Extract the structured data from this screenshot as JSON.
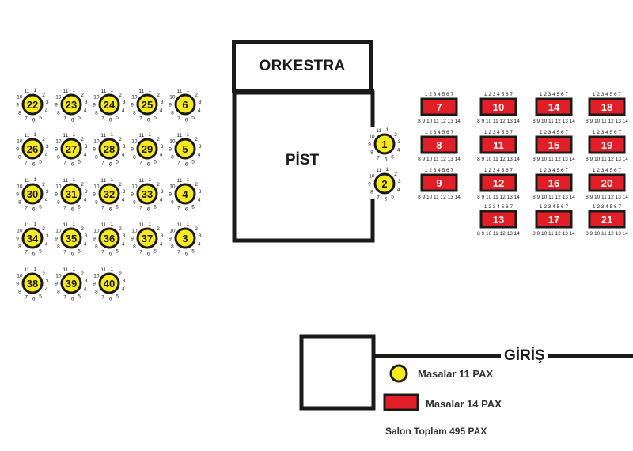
{
  "stage": {
    "orchestra_label": "ORKESTRA",
    "dance_floor_label": "PİST"
  },
  "entrance": {
    "label": "GİRİŞ"
  },
  "legend": {
    "round_label": "Masalar 11 PAX",
    "rect_label": "Masalar 14 PAX",
    "total_label": "Salon Toplam 495 PAX"
  },
  "colors": {
    "round_fill": "#f6ea1c",
    "rect_fill": "#e21e26",
    "stroke": "#1a1a1a"
  },
  "round_seats": [
    "1",
    "2",
    "3",
    "4",
    "5",
    "6",
    "7",
    "8",
    "9",
    "10",
    "11"
  ],
  "rect_seats_top": "1 2 3 4 5 6 7",
  "rect_seats_bottom": "8 9 10 11 12 13 14",
  "round_tables": {
    "grid_rows": [
      [
        "22",
        "23",
        "24",
        "25",
        "6"
      ],
      [
        "26",
        "27",
        "28",
        "29",
        "5"
      ],
      [
        "30",
        "31",
        "32",
        "33",
        "4"
      ],
      [
        "34",
        "35",
        "36",
        "37",
        "3"
      ],
      [
        "38",
        "39",
        "40"
      ]
    ],
    "near_floor": [
      "1",
      "2"
    ]
  },
  "rect_tables": {
    "columns": [
      [
        "7",
        "8",
        "9"
      ],
      [
        "10",
        "11",
        "12",
        "13"
      ],
      [
        "14",
        "15",
        "16",
        "17"
      ],
      [
        "18",
        "19",
        "20",
        "21"
      ]
    ]
  }
}
